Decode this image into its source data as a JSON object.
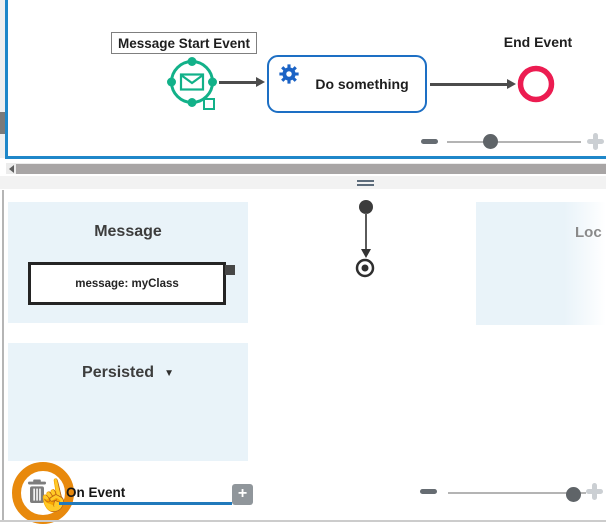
{
  "canvas": {
    "start_event": {
      "label": "Message Start Event"
    },
    "task": {
      "label": "Do something"
    },
    "end_event": {
      "label": "End Event"
    },
    "zoom_slider": {
      "minus": "−",
      "plus": "+"
    }
  },
  "bottom_panel": {
    "message_section": {
      "title": "Message",
      "node_label": "message: myClass"
    },
    "local_section": {
      "title_partial": "Loc"
    },
    "persisted_section": {
      "title": "Persisted",
      "caret": "▼"
    },
    "on_event": {
      "label": "On Event",
      "add_button": "+"
    },
    "zoom_slider": {
      "minus": "−",
      "plus": "+"
    }
  },
  "icons": {
    "message-start-event-icon": "envelope-in-teal-circle",
    "gear-icon": "blue-gear",
    "end-event-icon": "thick-red-ring",
    "event-target-icon": "bullseye",
    "trash-icon": "trash-can",
    "hand-cursor-icon": "☝",
    "caret-down-icon": "▼",
    "add-icon": "+",
    "zoom-out-icon": "−",
    "zoom-in-icon": "+",
    "drag-handle-icon": "=",
    "scroll-left-arrow-icon": "◄"
  },
  "colors": {
    "canvas_border_blue": "#1f87c9",
    "task_border_blue": "#1d6fc4",
    "start_event_teal": "#12b189",
    "end_event_red": "#ec1c51",
    "panel_light_blue": "#e9f3f9",
    "underline_blue": "#2079bb",
    "annotation_orange": "#e8890c"
  }
}
